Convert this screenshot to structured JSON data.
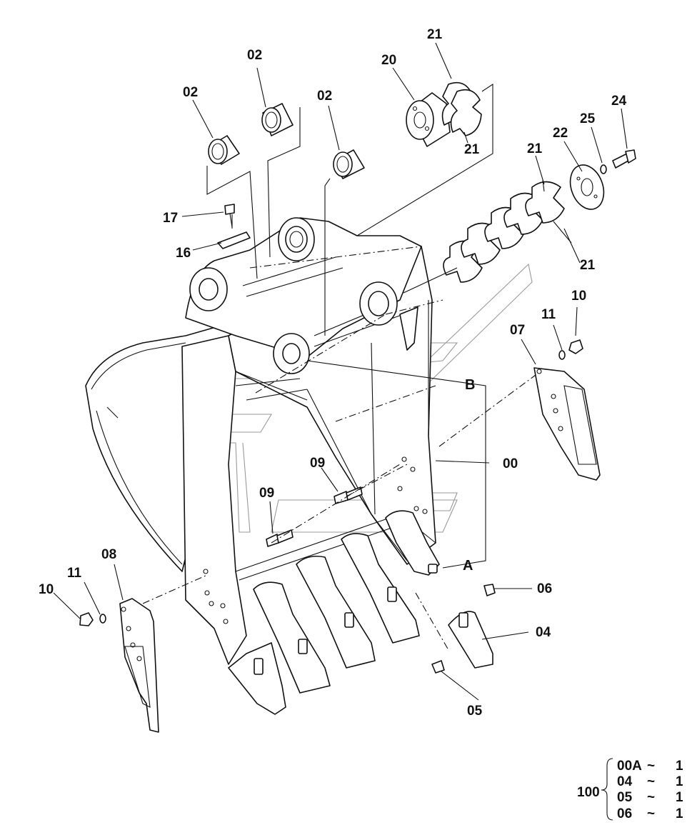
{
  "labels": {
    "p02a": "02",
    "p02b": "02",
    "p02c": "02",
    "p20": "20",
    "p21a": "21",
    "p21b": "21",
    "p21c": "21",
    "p21d": "21",
    "p22": "22",
    "p25": "25",
    "p24": "24",
    "p17": "17",
    "p16": "16",
    "p10a": "10",
    "p11a": "11",
    "p07": "07",
    "pB": "B",
    "p00": "00",
    "p09a": "09",
    "p09b": "09",
    "pA": "A",
    "p06": "06",
    "p04": "04",
    "p05": "05",
    "p08": "08",
    "p11b": "11",
    "p10b": "10"
  },
  "assembly": {
    "number": "100",
    "items": [
      {
        "part": "00A",
        "sep": "~",
        "qty": "1"
      },
      {
        "part": "04",
        "sep": "~",
        "qty": "1"
      },
      {
        "part": "05",
        "sep": "~",
        "qty": "1"
      },
      {
        "part": "06",
        "sep": "~",
        "qty": "1"
      }
    ]
  }
}
